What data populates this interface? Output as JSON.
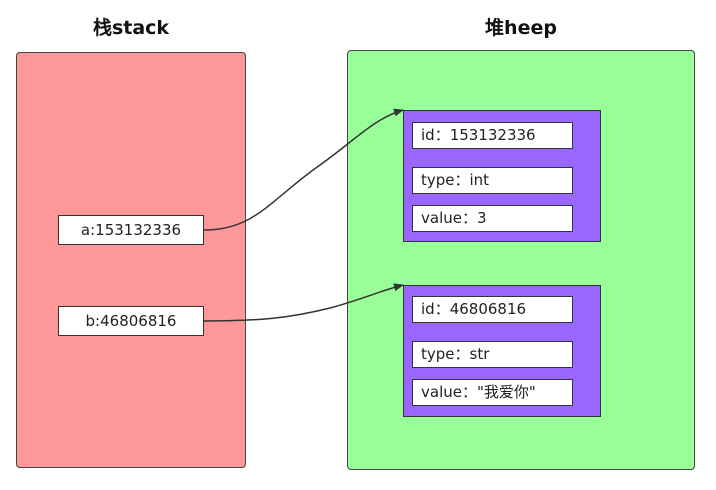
{
  "colors": {
    "stack_fill": "#ff9999",
    "heap_fill": "#99ff99",
    "object_fill": "#9966ff",
    "field_fill": "#ffffff",
    "arrow": "#333333"
  },
  "stack": {
    "title": "栈stack",
    "refs": [
      {
        "label": "a:153132336"
      },
      {
        "label": "b:46806816"
      }
    ]
  },
  "heap": {
    "title": "堆heep",
    "objects": [
      {
        "fields": [
          "id：153132336",
          "type：int",
          "value：3"
        ]
      },
      {
        "fields": [
          "id：46806816",
          "type：str",
          "value：\"我爱你\""
        ]
      }
    ]
  }
}
